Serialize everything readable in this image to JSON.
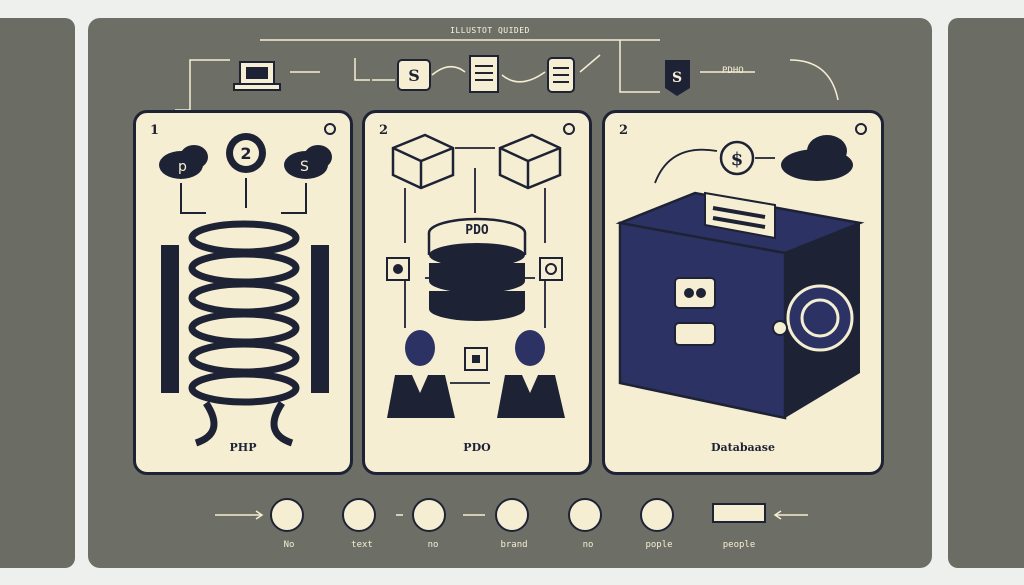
{
  "header": {
    "title": "ILLUSTOT QUIDED",
    "pdho_label": "PDHO"
  },
  "cards": [
    {
      "number": "1",
      "caption": "PHP",
      "gear_number": "2"
    },
    {
      "number": "2",
      "caption": "PDO",
      "disk_label": "PDO"
    },
    {
      "number": "2",
      "caption": "Databaase"
    }
  ],
  "bottom": {
    "labels": [
      "No",
      "text",
      "no",
      "brand",
      "no",
      "pople",
      "people"
    ]
  },
  "colors": {
    "ink": "#1e2235",
    "cream": "#f6eed3",
    "panel": "#6d6f66",
    "navy": "#2c3364"
  }
}
